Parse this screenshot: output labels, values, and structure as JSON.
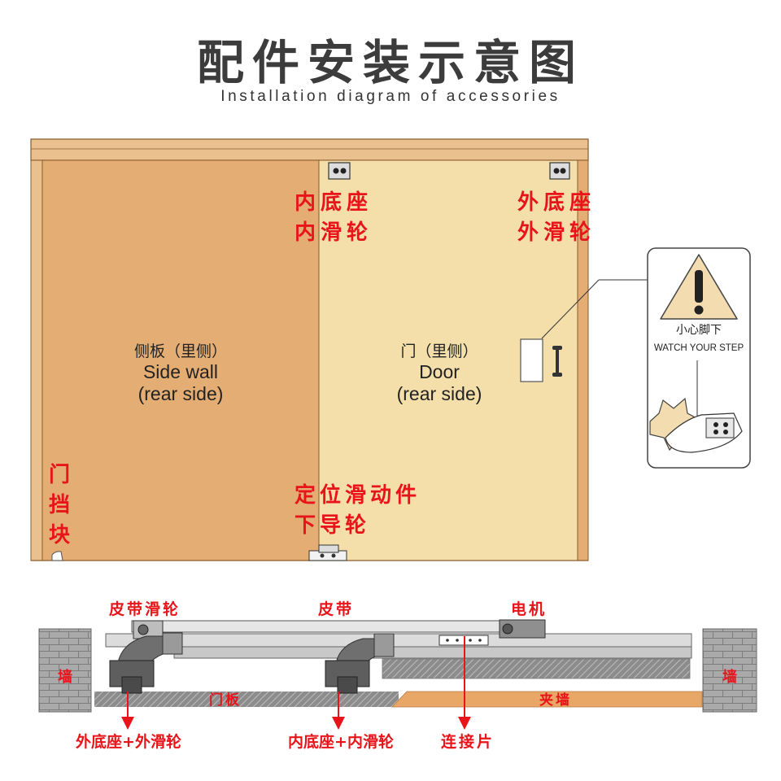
{
  "header": {
    "title": "配件安装示意图",
    "subtitle": "Installation diagram of accessories"
  },
  "front_view": {
    "side_wall": {
      "cn": "侧板（里侧）",
      "en1": "Side wall",
      "en2": "(rear side)"
    },
    "door": {
      "cn": "门（里侧）",
      "en1": "Door",
      "en2": "(rear side)"
    },
    "inner_label": {
      "line1": "内底座",
      "line2": "内滑轮"
    },
    "outer_label": {
      "line1": "外底座",
      "line2": "外滑轮"
    },
    "stopper_label": {
      "line1": "门",
      "line2": "挡",
      "line3": "块"
    },
    "guide_label": {
      "line1": "定位滑动件",
      "line2": "下导轮"
    }
  },
  "warning": {
    "cn": "小心脚下",
    "en": "WATCH YOUR STEP"
  },
  "top_view": {
    "belt_pulley": "皮带滑轮",
    "belt": "皮带",
    "motor": "电机",
    "wall_left": "墙",
    "wall_right": "墙",
    "door_panel": "门板",
    "clamp_wall": "夹墙",
    "outer_seat": "外底座+外滑轮",
    "inner_seat": "内底座+内滑轮",
    "connector": "连接片"
  },
  "colors": {
    "accent_red": "#e8141a",
    "wall_wood": "#e4ad74",
    "door_wood": "#f4dfaa",
    "title_gray": "#3c3c3c"
  }
}
